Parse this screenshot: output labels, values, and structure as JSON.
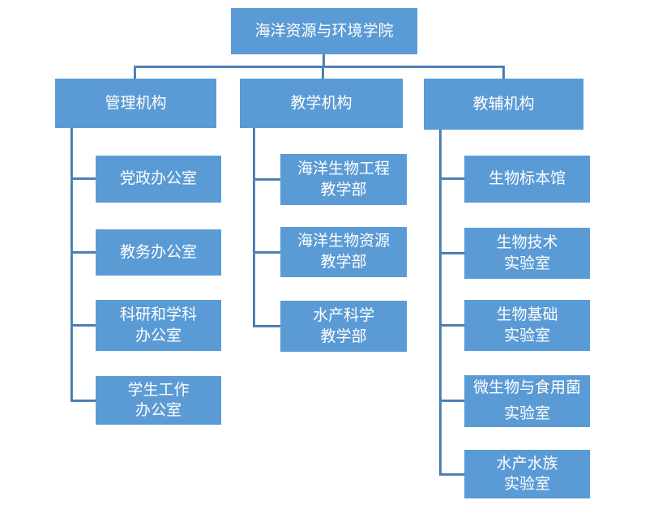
{
  "org": {
    "colors": {
      "box_fill": "#5b9bd5",
      "box_text": "#ffffff",
      "connector": "#4d7fb5",
      "background": "#ffffff"
    },
    "root": {
      "label": "海洋资源与环境学院"
    },
    "branches": [
      {
        "label": "管理机构",
        "children": [
          {
            "lines": [
              "党政办公室"
            ]
          },
          {
            "lines": [
              "教务办公室"
            ]
          },
          {
            "lines": [
              "科研和学科",
              "办公室"
            ]
          },
          {
            "lines": [
              "学生工作",
              "办公室"
            ]
          }
        ]
      },
      {
        "label": "教学机构",
        "children": [
          {
            "lines": [
              "海洋生物工程",
              "教学部"
            ]
          },
          {
            "lines": [
              "海洋生物资源",
              "教学部"
            ]
          },
          {
            "lines": [
              "水产科学",
              "教学部"
            ]
          }
        ]
      },
      {
        "label": "教辅机构",
        "children": [
          {
            "lines": [
              "生物标本馆"
            ]
          },
          {
            "lines": [
              "生物技术",
              "实验室"
            ]
          },
          {
            "lines": [
              "生物基础",
              "实验室"
            ]
          },
          {
            "lines": [
              "微生物与食用菌",
              "实验室"
            ]
          },
          {
            "lines": [
              "水产水族",
              "实验室"
            ]
          }
        ]
      }
    ]
  }
}
